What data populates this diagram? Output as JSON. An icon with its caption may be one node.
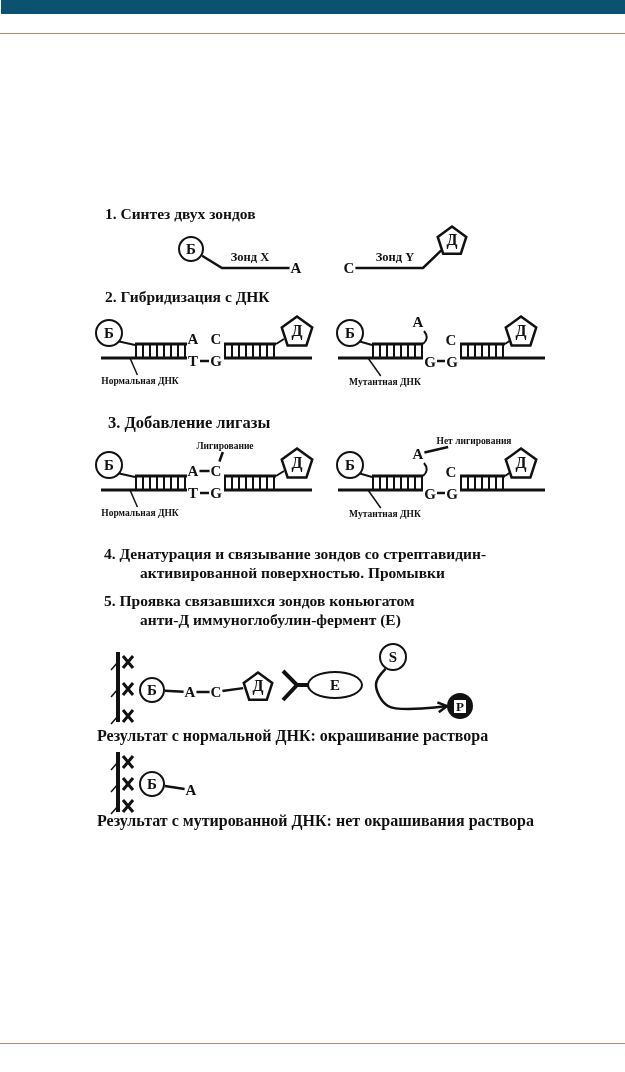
{
  "diagram": {
    "nodes": [
      {
        "text": [
          "Б"
        ]
      },
      {
        "text": [
          "A"
        ]
      },
      {
        "text": [
          "C"
        ]
      },
      {
        "text": [
          "Д"
        ]
      },
      {
        "text": [
          "Б"
        ]
      },
      {
        "text": [
          "Д"
        ]
      },
      {
        "text": [
          "Нормальная ДНК"
        ]
      },
      {
        "text": [
          "Б"
        ]
      },
      {
        "text": [
          "Д"
        ]
      },
      {
        "text": [
          "Мутантная ДНК"
        ]
      },
      {
        "text": [
          "Лигирование"
        ]
      },
      {
        "text": [
          "Б"
        ]
      },
      {
        "text": [
          "Д"
        ]
      },
      {
        "text": [
          "Нормальная ДНК"
        ]
      },
      {
        "text": [
          "Нет лигирования"
        ]
      },
      {
        "text": [
          "Б"
        ]
      },
      {
        "text": [
          "Д"
        ]
      },
      {
        "text": [
          "Мутантная ДНК"
        ]
      },
      {
        "text": [
          "Б"
        ]
      },
      {
        "text": [
          "A"
        ]
      },
      {
        "text": [
          "C"
        ]
      },
      {
        "text": [
          "Д"
        ]
      },
      {
        "text": [
          "E"
        ]
      },
      {
        "text": [
          "S"
        ]
      },
      {
        "text": [
          "P"
        ]
      },
      {
        "text": [
          "Б"
        ]
      },
      {
        "text": [
          "A"
        ]
      },
      {
        "text": [
          "A"
        ]
      },
      {
        "text": [
          "C"
        ]
      },
      {
        "text": [
          "A"
        ]
      }
    ],
    "edges": [
      {
        "from": 0,
        "to": 1,
        "arrow": "none",
        "label": "Зонд X"
      },
      {
        "from": 2,
        "to": 3,
        "arrow": "none",
        "label": "Зонд Y"
      },
      {
        "from": 6,
        "to": null,
        "arrow": "none"
      },
      {
        "from": 9,
        "to": null,
        "arrow": "none"
      },
      {
        "from": 10,
        "to": 28,
        "arrow": "none"
      },
      {
        "from": 13,
        "to": null,
        "arrow": "none"
      },
      {
        "from": 14,
        "to": 29,
        "arrow": "none"
      },
      {
        "from": 17,
        "to": null,
        "arrow": "none"
      },
      {
        "from": 18,
        "to": 19,
        "arrow": "none"
      },
      {
        "from": 19,
        "to": 20,
        "arrow": "none"
      },
      {
        "from": 20,
        "to": 21,
        "arrow": "none"
      },
      {
        "from": 23,
        "to": 24,
        "arrow": "to"
      },
      {
        "from": 25,
        "to": 26,
        "arrow": "none"
      },
      {
        "from": 27,
        "to": 28,
        "arrow": "none"
      }
    ],
    "labels": [
      "1. Синтез двух зондов",
      "2. Гибридизация с ДНК",
      "A",
      "C",
      "T",
      "G",
      "A",
      "C",
      "G",
      "G",
      "3. Добавление лигазы",
      "T",
      "G",
      "C",
      "G",
      "G",
      "4. Денатурация и связывание зондов со стрептавидин- активированной поверхностью. Промывки",
      "5. Проявка связавшихся зондов коньюгатом анти-Д иммуноглобулин-фермент (E)",
      "Результат с нормальной ДНК: окрашивание раствора",
      "Результат с мутированной ДНК: нет окрашивания раствора"
    ]
  }
}
